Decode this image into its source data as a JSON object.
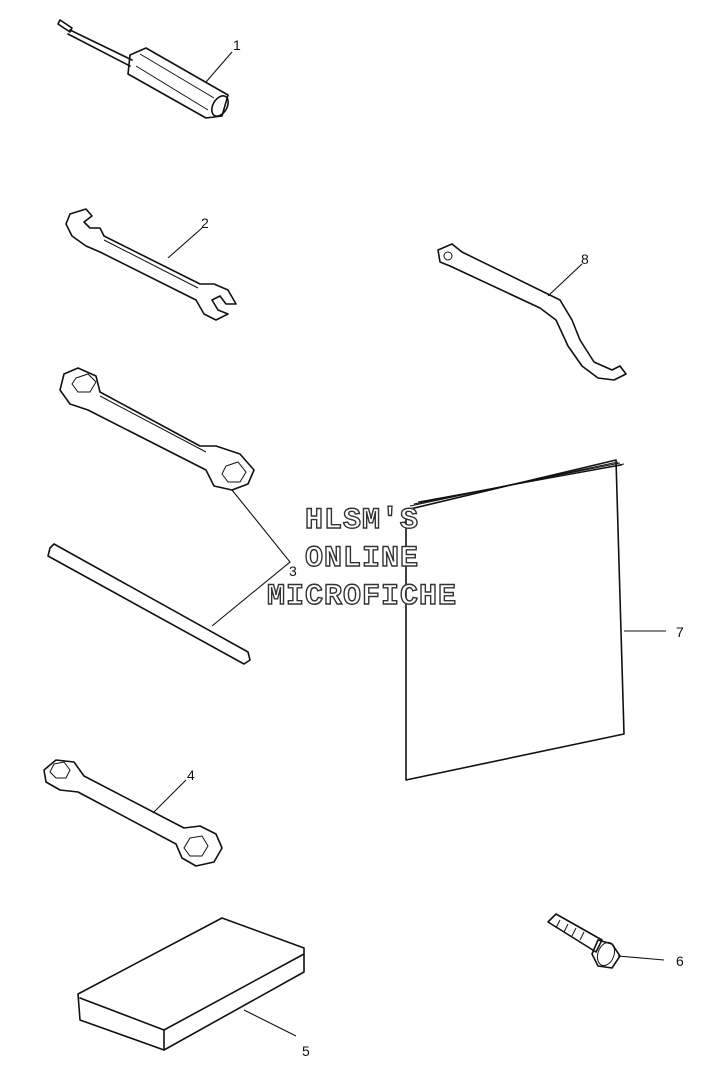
{
  "watermark": {
    "line1": "HLSM'S",
    "line2": "ONLINE",
    "line3": "MICROFICHE"
  },
  "callouts": {
    "c1": "1",
    "c2": "2",
    "c3": "3",
    "c4": "4",
    "c5": "5",
    "c6": "6",
    "c7": "7",
    "c8": "8"
  },
  "parts": {
    "p1": "screwdriver-icon",
    "p2": "open-end-wrench-icon",
    "p3": "socket-wrench-icon",
    "p4": "box-wrench-icon",
    "p5": "tool-pouch-icon",
    "p6": "bolt-icon",
    "p7": "owners-manual-icon",
    "p8": "spanner-wrench-icon"
  }
}
